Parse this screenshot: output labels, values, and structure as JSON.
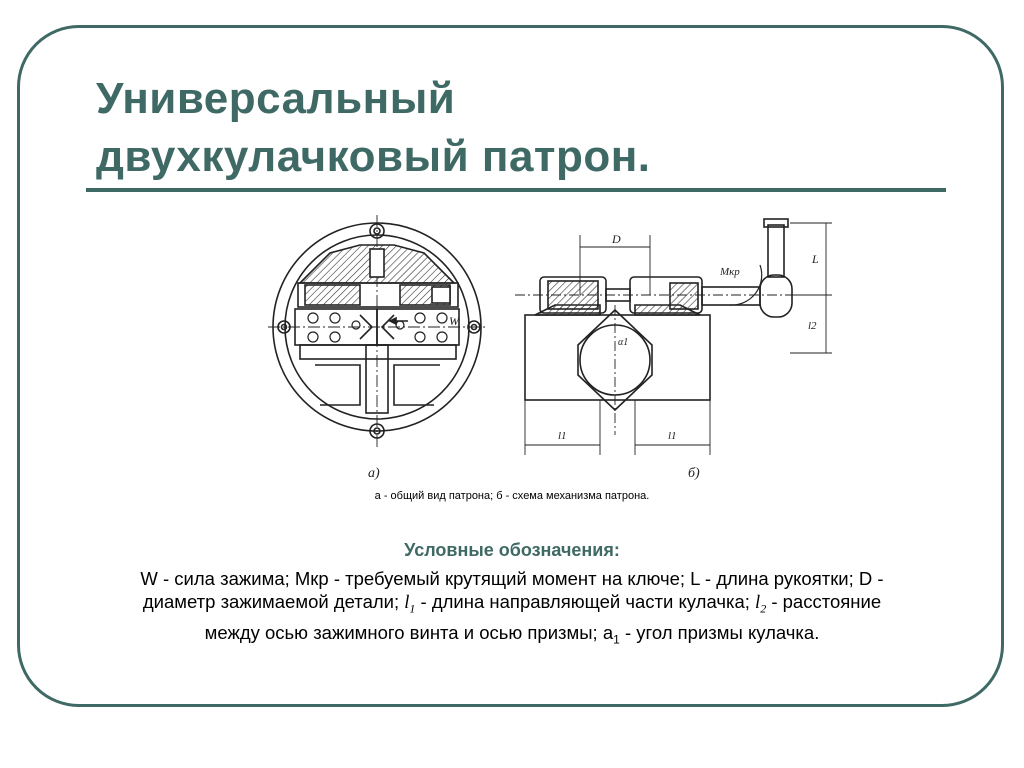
{
  "slide": {
    "title_line1": "Универсальный",
    "title_line2": "двухкулачковый патрон.",
    "caption": "а - общий вид патрона; б - схема механизма патрона.",
    "legend_title": "Условные обозначения:",
    "legend": {
      "p1": "W - сила зажима; Мкр - требуемый крутящий момент на ключе; L - длина рукоятки; D - диаметр зажимаемой детали; ",
      "l1": "l",
      "l1_sub": "1",
      "p2": " - длина направляющей части кулачка; ",
      "l2": "l",
      "l2_sub": "2",
      "p3": " - расстояние между осью зажимного винта и осью призмы; a",
      "a1_sub": "1",
      "p4": " - угол призмы кулачка."
    }
  },
  "figure": {
    "view_a_label": "а)",
    "view_b_label": "б)",
    "force_label": "W",
    "dim_D": "D",
    "dim_L": "L",
    "dim_l2": "l2",
    "dim_l1_left": "l1",
    "dim_l1_right": "l1",
    "torque_label": "Мкр",
    "angle_label": "α1"
  }
}
